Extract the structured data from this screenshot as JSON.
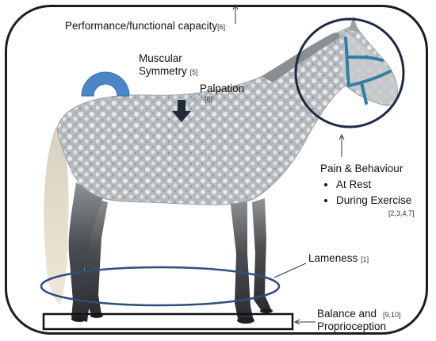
{
  "labels": {
    "performance": {
      "text": "Performance/functional capacity",
      "ref": "[6]"
    },
    "muscular": {
      "line1": "Muscular",
      "line2": "Symmetry",
      "ref": "[5]"
    },
    "palpation": {
      "text": "Palpation",
      "ref": "[8]"
    },
    "pain": {
      "title": "Pain & Behaviour",
      "items": [
        "At Rest",
        "During Exercise"
      ],
      "ref": "[2,3,4,7]"
    },
    "lameness": {
      "text": "Lameness",
      "ref": "[1]"
    },
    "balance": {
      "line1": "Balance and",
      "line2": "Proprioception",
      "ref": "[9,10]"
    }
  },
  "colors": {
    "frame": "#1d1d1d",
    "arc": "#4a86c8",
    "palpation_arrow": "#1f2a36",
    "lameness_ellipse": "#2e4f7d",
    "head_circle": "#1c2a44",
    "halter": "#2f7fa3",
    "horse_coat": "#b9bcc0",
    "horse_legs": "#3a3d42",
    "tail": "#e4dccb"
  },
  "icons": [
    "muscle-arc-icon",
    "palpation-arrow-icon",
    "horse-illustration"
  ]
}
